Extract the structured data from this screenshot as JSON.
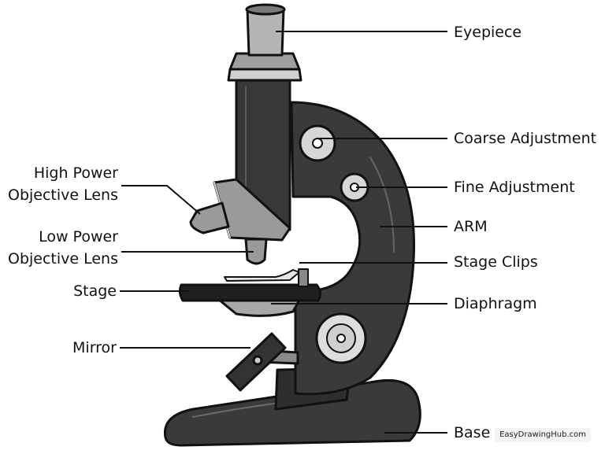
{
  "labels": {
    "eyepiece": "Eyepiece",
    "coarse_adjustment": "Coarse Adjustment",
    "fine_adjustment": "Fine Adjustment",
    "arm": "ARM",
    "stage_clips": "Stage Clips",
    "diaphragm": "Diaphragm",
    "base": "Base",
    "high_power_line1": "High Power",
    "high_power_line2": "Objective Lens",
    "low_power_line1": "Low Power",
    "low_power_line2": "Objective Lens",
    "stage": "Stage",
    "mirror": "Mirror"
  },
  "watermark": "EasyDrawingHub.com",
  "colors": {
    "body_dark": "#3a3a3a",
    "body_mid": "#555555",
    "metal_light": "#bdbdbd",
    "metal_pale": "#e0e0e0",
    "outline": "#111111"
  }
}
